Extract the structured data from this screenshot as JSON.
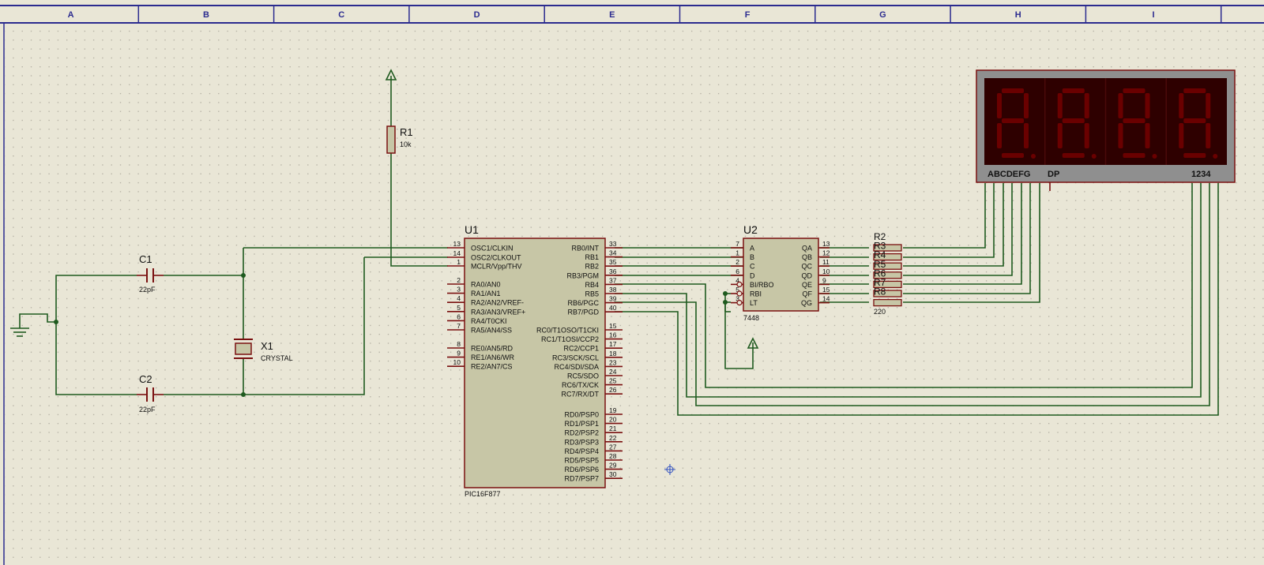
{
  "colors": {
    "background": "#e9e6d6",
    "grid_dot": "#a6a296",
    "border_blue": "#2b2b8f",
    "wire": "#1f5a1f",
    "component_outline": "#7a1010",
    "ic_fill": "#c7c6a6",
    "pin": "#7a1010",
    "text": "#101010",
    "display_frame": "#8f8f8f",
    "display_glass": "#2e0000",
    "segment_off": "#6a0000"
  },
  "column_labels": [
    "A",
    "B",
    "C",
    "D",
    "E",
    "F",
    "G",
    "H",
    "I"
  ],
  "r1": {
    "ref": "R1",
    "value": "10k"
  },
  "c1": {
    "ref": "C1",
    "value": "22pF"
  },
  "c2": {
    "ref": "C2",
    "value": "22pF"
  },
  "x1": {
    "ref": "X1",
    "value": "CRYSTAL"
  },
  "u1": {
    "ref": "U1",
    "part": "PIC16F877",
    "left_pins": [
      {
        "num": "13",
        "name": "OSC1/CLKIN"
      },
      {
        "num": "14",
        "name": "OSC2/CLKOUT"
      },
      {
        "num": "1",
        "name": "MCLR/Vpp/THV"
      },
      {
        "num": "2",
        "name": "RA0/AN0"
      },
      {
        "num": "3",
        "name": "RA1/AN1"
      },
      {
        "num": "4",
        "name": "RA2/AN2/VREF-"
      },
      {
        "num": "5",
        "name": "RA3/AN3/VREF+"
      },
      {
        "num": "6",
        "name": "RA4/T0CKI"
      },
      {
        "num": "7",
        "name": "RA5/AN4/SS"
      },
      {
        "num": "8",
        "name": "RE0/AN5/RD"
      },
      {
        "num": "9",
        "name": "RE1/AN6/WR"
      },
      {
        "num": "10",
        "name": "RE2/AN7/CS"
      }
    ],
    "right_pins": [
      {
        "num": "33",
        "name": "RB0/INT"
      },
      {
        "num": "34",
        "name": "RB1"
      },
      {
        "num": "35",
        "name": "RB2"
      },
      {
        "num": "36",
        "name": "RB3/PGM"
      },
      {
        "num": "37",
        "name": "RB4"
      },
      {
        "num": "38",
        "name": "RB5"
      },
      {
        "num": "39",
        "name": "RB6/PGC"
      },
      {
        "num": "40",
        "name": "RB7/PGD"
      },
      {
        "num": "15",
        "name": "RC0/T1OSO/T1CKI"
      },
      {
        "num": "16",
        "name": "RC1/T1OSI/CCP2"
      },
      {
        "num": "17",
        "name": "RC2/CCP1"
      },
      {
        "num": "18",
        "name": "RC3/SCK/SCL"
      },
      {
        "num": "23",
        "name": "RC4/SDI/SDA"
      },
      {
        "num": "24",
        "name": "RC5/SDO"
      },
      {
        "num": "25",
        "name": "RC6/TX/CK"
      },
      {
        "num": "26",
        "name": "RC7/RX/DT"
      },
      {
        "num": "19",
        "name": "RD0/PSP0"
      },
      {
        "num": "20",
        "name": "RD1/PSP1"
      },
      {
        "num": "21",
        "name": "RD2/PSP2"
      },
      {
        "num": "22",
        "name": "RD3/PSP3"
      },
      {
        "num": "27",
        "name": "RD4/PSP4"
      },
      {
        "num": "28",
        "name": "RD5/PSP5"
      },
      {
        "num": "29",
        "name": "RD6/PSP6"
      },
      {
        "num": "30",
        "name": "RD7/PSP7"
      }
    ]
  },
  "u2": {
    "ref": "U2",
    "part": "7448",
    "left_pins": [
      {
        "num": "7",
        "name": "A"
      },
      {
        "num": "1",
        "name": "B"
      },
      {
        "num": "2",
        "name": "C"
      },
      {
        "num": "6",
        "name": "D"
      },
      {
        "num": "4",
        "name": "BI/RBO"
      },
      {
        "num": "5",
        "name": "RBI"
      },
      {
        "num": "3",
        "name": "LT"
      }
    ],
    "right_pins": [
      {
        "num": "13",
        "name": "QA"
      },
      {
        "num": "12",
        "name": "QB"
      },
      {
        "num": "11",
        "name": "QC"
      },
      {
        "num": "10",
        "name": "QD"
      },
      {
        "num": "9",
        "name": "QE"
      },
      {
        "num": "15",
        "name": "QF"
      },
      {
        "num": "14",
        "name": "QG"
      }
    ]
  },
  "resistor_pack": {
    "refs": [
      "R2",
      "R3",
      "R4",
      "R5",
      "R6",
      "R7",
      "R8"
    ],
    "value": "220"
  },
  "display": {
    "segment_label": "ABCDEFG",
    "dp_label": "DP",
    "digit_label": "1234",
    "digits": 4
  }
}
